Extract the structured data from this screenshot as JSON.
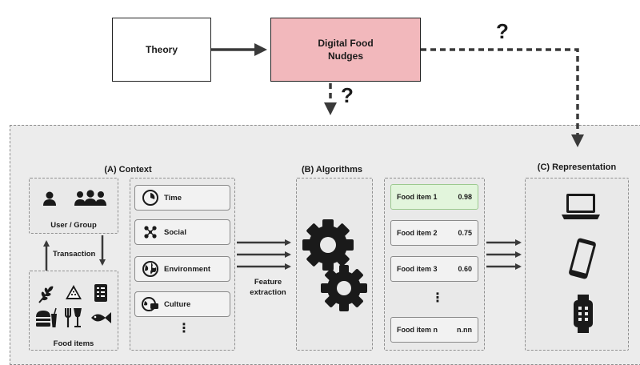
{
  "top": {
    "theory": "Theory",
    "nudges_line1": "Digital Food",
    "nudges_line2": "Nudges",
    "question_mark": "?"
  },
  "context": {
    "title": "(A) Context",
    "user_group": "User / Group",
    "transaction": "Transaction",
    "food_items": "Food items",
    "items": [
      {
        "label": "Time",
        "icon": "clock-icon"
      },
      {
        "label": "Social",
        "icon": "people-network-icon"
      },
      {
        "label": "Environment",
        "icon": "globe-icon"
      },
      {
        "label": "Culture",
        "icon": "globe-chat-icon"
      }
    ],
    "ellipsis": "⋮"
  },
  "feature_extraction_line1": "Feature",
  "feature_extraction_line2": "extraction",
  "algorithms": {
    "title": "(B) Algorithms"
  },
  "ranking": {
    "items": [
      {
        "name": "Food item 1",
        "score": "0.98"
      },
      {
        "name": "Food item 2",
        "score": "0.75"
      },
      {
        "name": "Food item 3",
        "score": "0.60"
      },
      {
        "name": "Food item n",
        "score": "n.nn"
      }
    ],
    "ellipsis": "⋮"
  },
  "representation": {
    "title": "(C) Representation",
    "devices": [
      "laptop-icon",
      "smartphone-icon",
      "smartwatch-icon"
    ]
  },
  "colors": {
    "nudges_fill": "#f2b8bc",
    "highlight_fill": "#e2f5dc",
    "panel_fill": "#ececec"
  }
}
